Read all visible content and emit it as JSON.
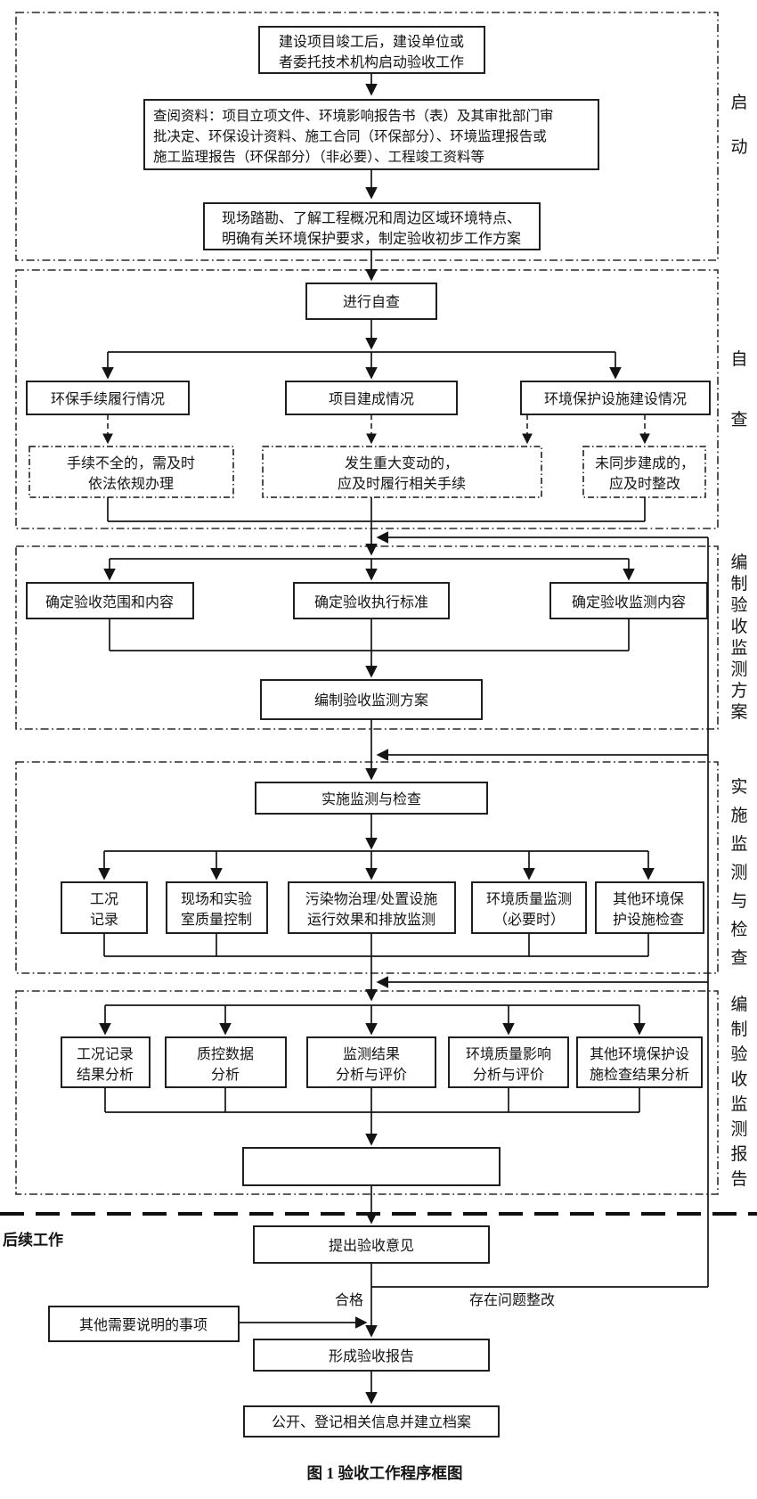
{
  "figure": {
    "caption": "图 1  验收工作程序框图",
    "ink_color": "#141414",
    "background_color": "#ffffff",
    "phases": {
      "p1": "启动",
      "p2": "自查",
      "p3": "编制验收监测方案",
      "p4": "实施监测与检查",
      "p5": "编制验收监测报告",
      "followup": "后续工作"
    },
    "nodes": {
      "start": {
        "lines": [
          "建设项目竣工后，建设单位或",
          "者委托技术机构启动验收工作"
        ]
      },
      "review": {
        "lines": [
          "查阅资料：项目立项文件、环境影响报告书（表）及其审批部门审",
          "批决定、环保设计资料、施工合同（环保部分）、环境监理报告或",
          "施工监理报告（环保部分）（非必要）、工程竣工资料等"
        ]
      },
      "site": {
        "lines": [
          "现场踏勘、了解工程概况和周边区域环境特点、",
          "明确有关环境保护要求，制定验收初步工作方案"
        ]
      },
      "self_check": {
        "label": "进行自查"
      },
      "sc_procedure": {
        "label": "环保手续履行情况"
      },
      "sc_project": {
        "label": "项目建成情况"
      },
      "sc_facility": {
        "label": "环境保护设施建设情况"
      },
      "sc_r1": {
        "lines": [
          "手续不全的，需及时",
          "依法依规办理"
        ]
      },
      "sc_r2": {
        "lines": [
          "发生重大变动的，",
          "应及时履行相关手续"
        ]
      },
      "sc_r3": {
        "lines": [
          "未同步建成的，",
          "应及时整改"
        ]
      },
      "p3_scope": {
        "label": "确定验收范围和内容"
      },
      "p3_standard": {
        "label": "确定验收执行标准"
      },
      "p3_content": {
        "label": "确定验收监测内容"
      },
      "p3_plan": {
        "label": "编制验收监测方案"
      },
      "p4_impl": {
        "label": "实施监测与检查"
      },
      "p4_b1": {
        "lines": [
          "工况",
          "记录"
        ]
      },
      "p4_b2": {
        "lines": [
          "现场和实验",
          "室质量控制"
        ]
      },
      "p4_b3": {
        "lines": [
          "污染物治理/处置设施",
          "运行效果和排放监测"
        ]
      },
      "p4_b4": {
        "lines": [
          "环境质量监测",
          "（必要时）"
        ]
      },
      "p4_b5": {
        "lines": [
          "其他环境保",
          "护设施检查"
        ]
      },
      "p5_c1": {
        "lines": [
          "工况记录",
          "结果分析"
        ]
      },
      "p5_c2": {
        "lines": [
          "质控数据",
          "分析"
        ]
      },
      "p5_c3": {
        "lines": [
          "监测结果",
          "分析与评价"
        ]
      },
      "p5_c4": {
        "lines": [
          "环境质量影响",
          "分析与评价"
        ]
      },
      "p5_c5": {
        "lines": [
          "其他环境保护设",
          "施检查结果分析"
        ]
      },
      "opinion": {
        "label": "提出验收意见"
      },
      "other_items": {
        "label": "其他需要说明的事项"
      },
      "report": {
        "label": "形成验收报告"
      },
      "publish": {
        "label": "公开、登记相关信息并建立档案"
      }
    },
    "edge_labels": {
      "pass": "合格",
      "rectify": "存在问题整改"
    }
  }
}
